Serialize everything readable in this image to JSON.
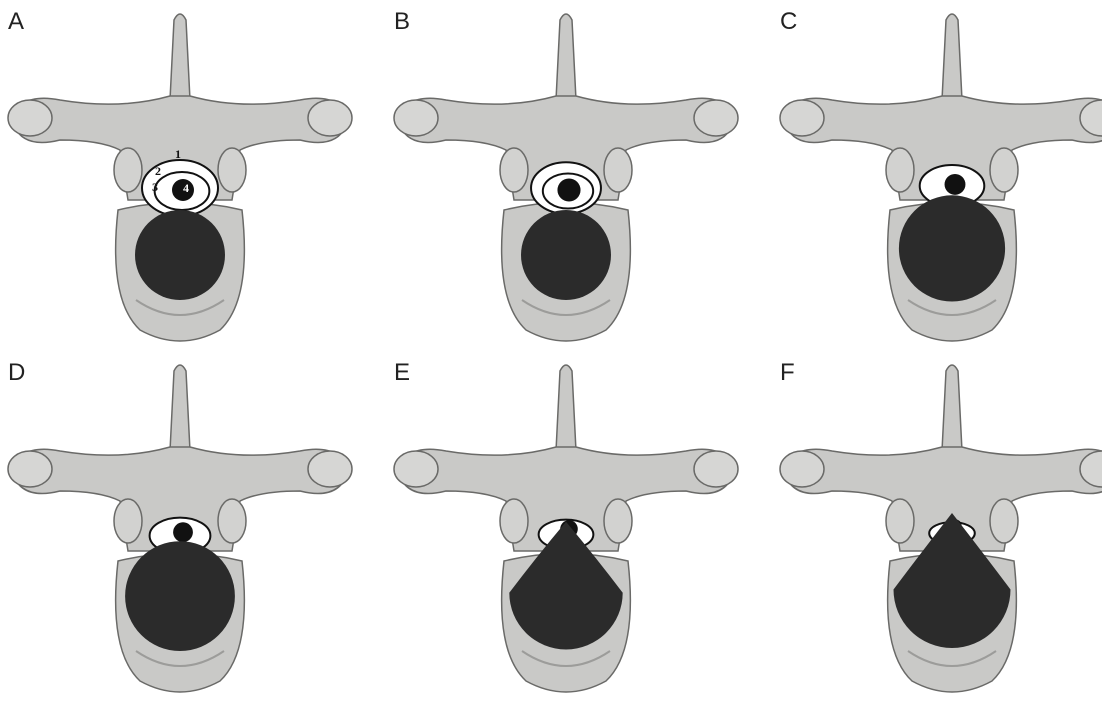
{
  "panels": [
    {
      "letter": "A",
      "body_scale": 1.0,
      "body_shift": 0.0,
      "sac_scale": 1.0,
      "sac_crush": 0.0,
      "cord_scale": 1.0,
      "labels": [
        "1",
        "2",
        "3",
        "4"
      ]
    },
    {
      "letter": "B",
      "body_scale": 1.0,
      "body_shift": 0.0,
      "sac_scale": 0.92,
      "sac_crush": 0.0,
      "cord_scale": 1.05,
      "labels": []
    },
    {
      "letter": "C",
      "body_scale": 1.18,
      "body_shift": 0.12,
      "sac_scale": 0.85,
      "sac_crush": 0.35,
      "cord_scale": 0.95,
      "labels": []
    },
    {
      "letter": "D",
      "body_scale": 1.22,
      "body_shift": 0.18,
      "sac_scale": 0.8,
      "sac_crush": 0.55,
      "cord_scale": 0.9,
      "labels": []
    },
    {
      "letter": "E",
      "body_scale": 1.26,
      "body_shift": 0.24,
      "sac_scale": 0.72,
      "sac_crush": 0.75,
      "cord_scale": 0.8,
      "labels": []
    },
    {
      "letter": "F",
      "body_scale": 1.3,
      "body_shift": 0.3,
      "sac_scale": 0.6,
      "sac_crush": 0.95,
      "cord_scale": 0.6,
      "labels": []
    }
  ]
}
